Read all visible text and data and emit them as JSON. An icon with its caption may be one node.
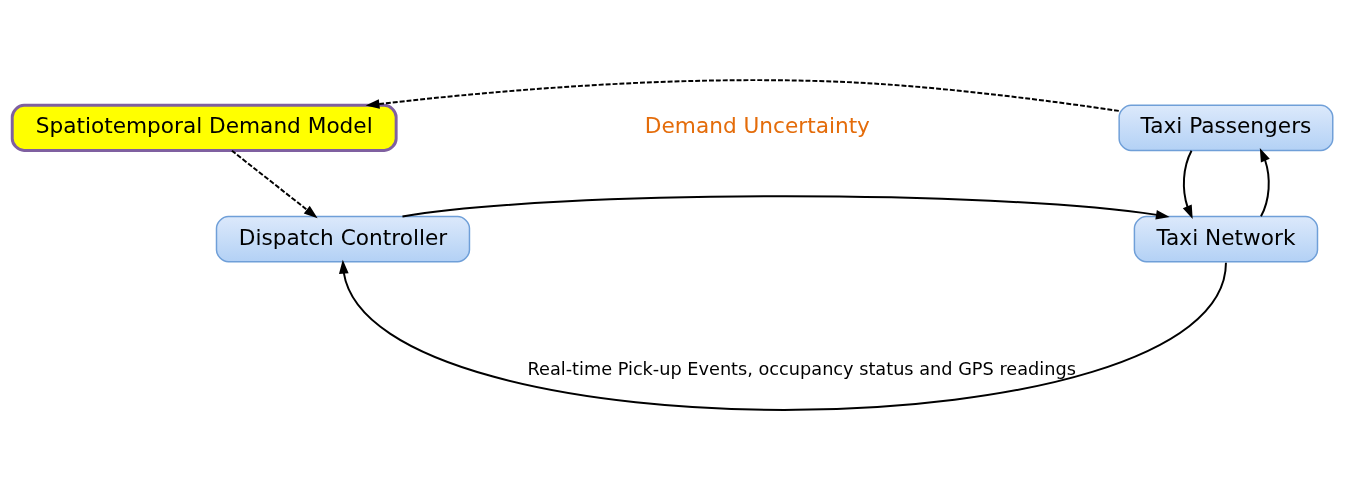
{
  "diagram": {
    "nodes": [
      {
        "text": [
          "Spatiotemporal Demand Model"
        ]
      },
      {
        "text": [
          "Taxi Passengers"
        ]
      },
      {
        "text": [
          "Dispatch Controller"
        ]
      },
      {
        "text": [
          "Taxi Network"
        ]
      }
    ],
    "edges": [
      {
        "from": 1,
        "to": 0,
        "arrow": "to",
        "style": "dashed"
      },
      {
        "from": 0,
        "to": 2,
        "arrow": "to",
        "style": "dashed"
      },
      {
        "from": 1,
        "to": 3,
        "arrow": "to"
      },
      {
        "from": 3,
        "to": 1,
        "arrow": "to"
      },
      {
        "from": 2,
        "to": 3,
        "arrow": "to"
      },
      {
        "from": 3,
        "to": 2,
        "arrow": "to",
        "label": "Real-time Pick-up Events, occupancy status and GPS readings"
      }
    ],
    "labels": [
      "Demand Uncertainty"
    ]
  }
}
